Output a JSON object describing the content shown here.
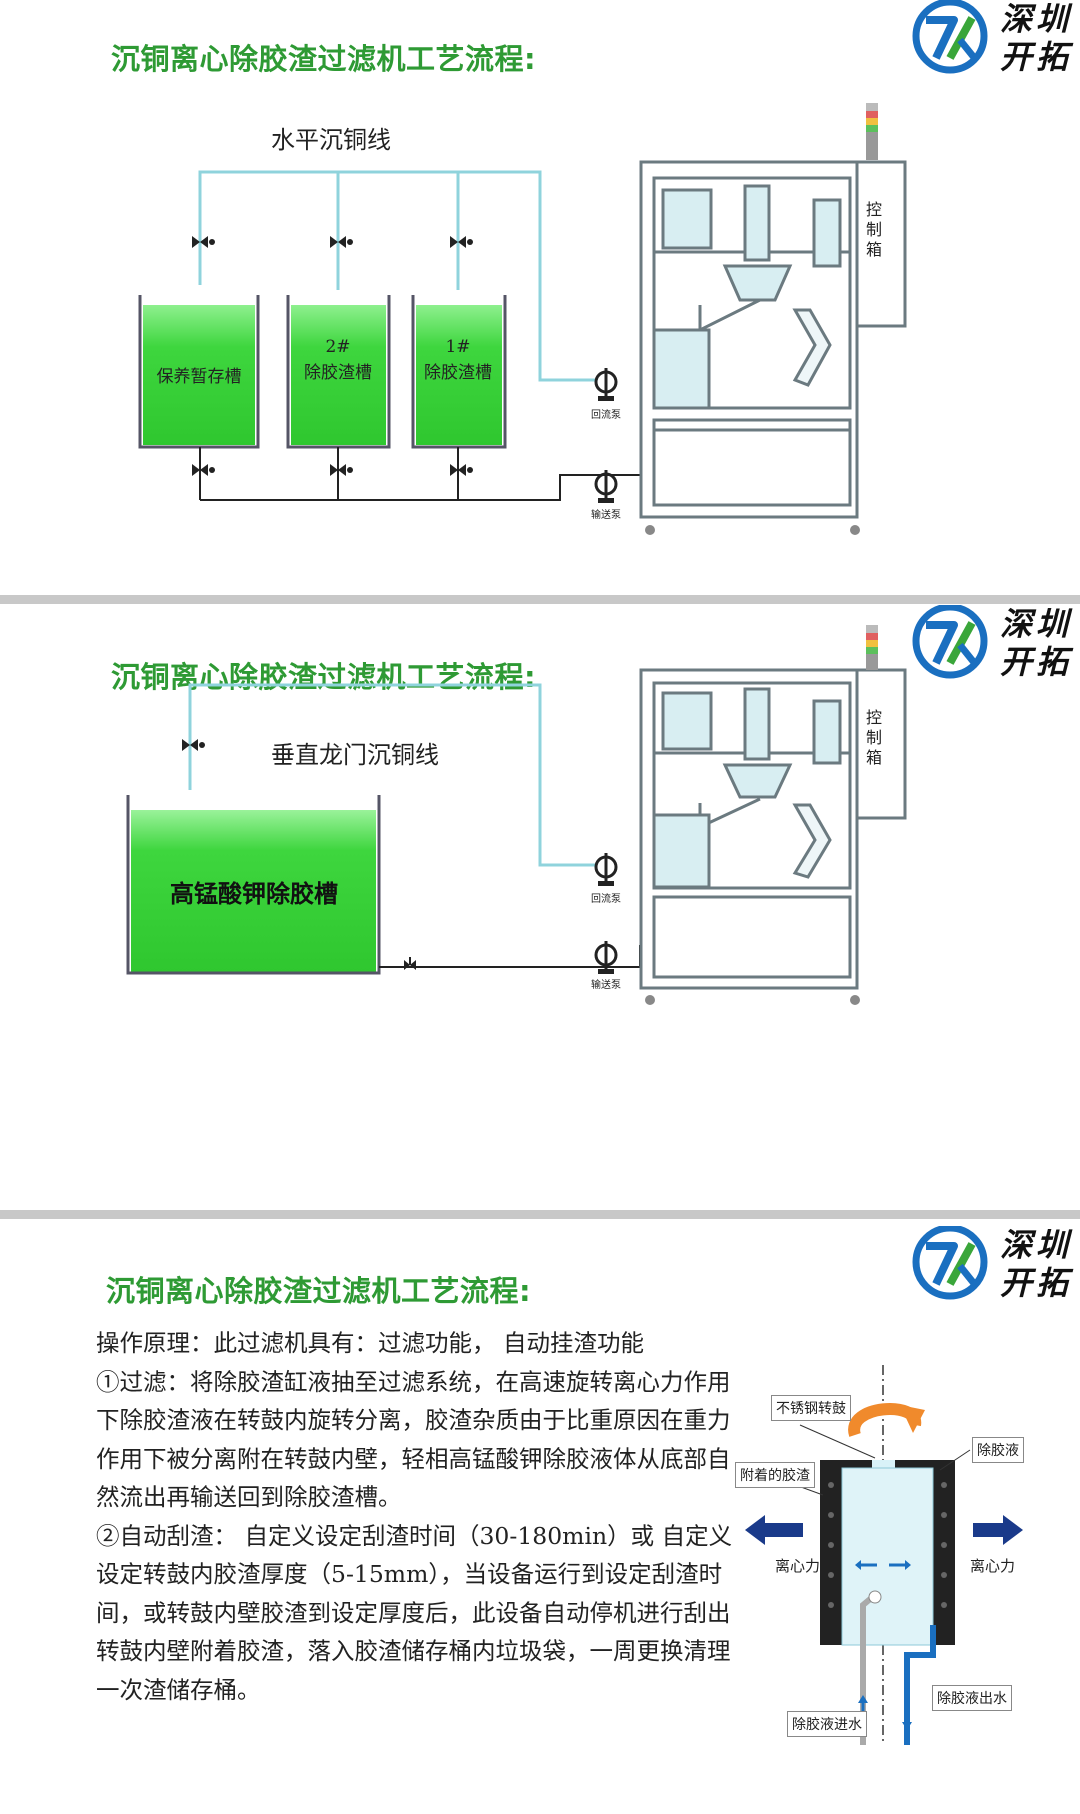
{
  "brand": {
    "logo_line1": "深圳",
    "logo_line2": "开拓",
    "logo_colors": {
      "blue": "#1a6fc0",
      "green": "#3aa63a"
    }
  },
  "colors": {
    "title_green": "#2e9a34",
    "pipe_cyan": "#8fd3dc",
    "liquid_green": "#3ed63e",
    "machine_frame": "#6b7a80"
  },
  "section1": {
    "title": "沉铜离心除胶渣过滤机工艺流程:",
    "line_name": "水平沉铜线",
    "tanks": [
      {
        "line1": "保养暂存槽",
        "line2": ""
      },
      {
        "line1": "2#",
        "line2": "除胶渣槽"
      },
      {
        "line1": "1#",
        "line2": "除胶渣槽"
      }
    ],
    "control_box": "控\n制\n箱",
    "pump_return": "回流泵",
    "pump_transfer": "输送泵"
  },
  "section2": {
    "title": "沉铜离心除胶渣过滤机工艺流程:",
    "line_name": "垂直龙门沉铜线",
    "tank": "高锰酸钾除胶槽",
    "control_box": "控\n制\n箱",
    "pump_return": "回流泵",
    "pump_transfer": "输送泵"
  },
  "section3": {
    "title": "沉铜离心除胶渣过滤机工艺流程:",
    "paragraphs": [
      "操作原理：此过滤机具有：过滤功能， 自动挂渣功能",
      "①过滤：将除胶渣缸液抽至过滤系统，在高速旋转离心力作用下除胶渣液在转鼓内旋转分离，胶渣杂质由于比重原因在重力作用下被分离附在转鼓内壁，轻相高锰酸钾除胶液体从底部自然流出再输送回到除胶渣槽。",
      "②自动刮渣： 自定义设定刮渣时间（30-180min）或 自定义设定转鼓内胶渣厚度（5-15mm），当设备运行到设定刮渣时间，或转鼓内壁胶渣到设定厚度后，此设备自动停机进行刮出转鼓内壁附着胶渣，落入胶渣储存桶内垃圾袋，一周更换清理一次渣储存桶。"
    ],
    "figure": {
      "drum": "不锈钢转鼓",
      "attached": "附着的胶渣",
      "liquid": "除胶液",
      "force_left": "离心力",
      "force_right": "离心力",
      "inlet": "除胶液进水",
      "outlet": "除胶液出水"
    }
  }
}
